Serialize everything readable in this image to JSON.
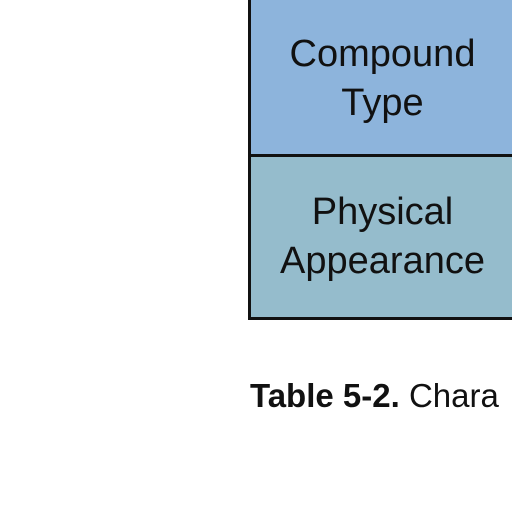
{
  "table": {
    "rows": [
      {
        "label": "Compound\nType",
        "fill": "#8db4dc"
      },
      {
        "label": "Physical\nAppearance",
        "fill": "#95bccc"
      }
    ]
  },
  "caption": {
    "number": "Table 5-2.",
    "text": " Chara"
  }
}
